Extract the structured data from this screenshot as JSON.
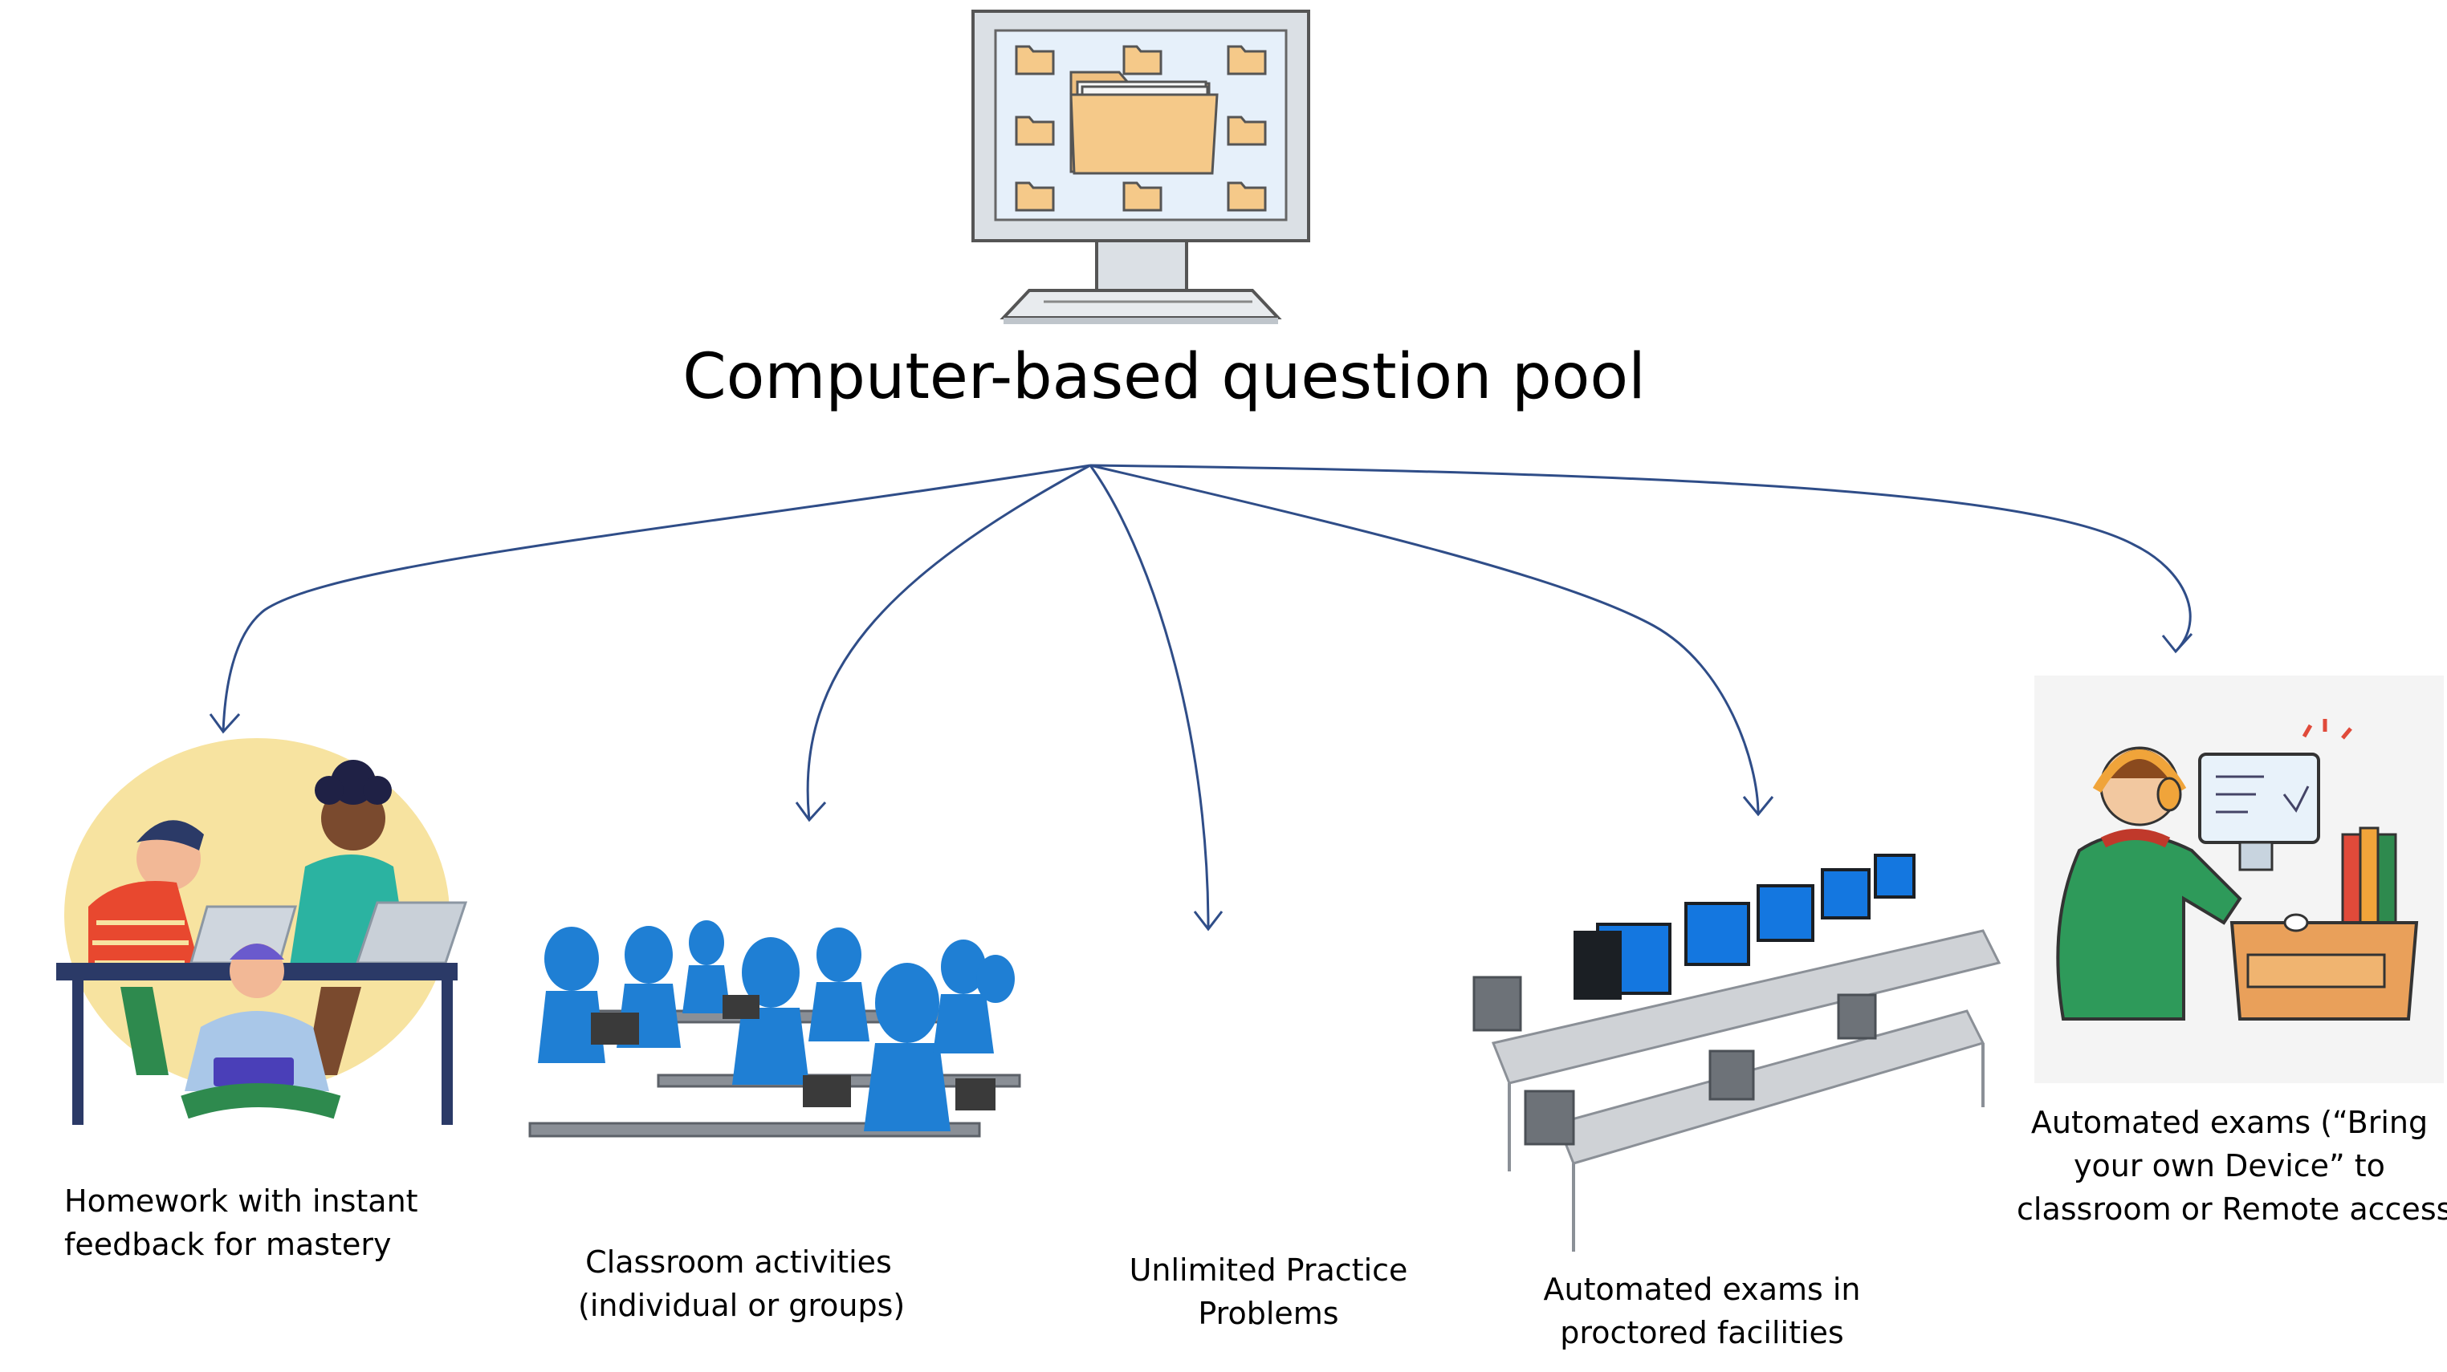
{
  "title": "Computer-based question pool",
  "center_icon": "computer-folder-icon",
  "colors": {
    "arrow": "#2f4d88",
    "folder": "#f5c989",
    "monitor_frame": "#dbe0e5",
    "screen_bg": "#e6f0fa",
    "figure_blue": "#1f7fd4",
    "monitor_blue": "#1477e0",
    "backdrop_yellow": "#f7e3a0"
  },
  "branches": [
    {
      "id": "homework",
      "icon": "students-studying-illustration",
      "lines": [
        "Homework with instant",
        "feedback for mastery"
      ]
    },
    {
      "id": "classroom",
      "icon": "blue-figures-at-desks-illustration",
      "lines": [
        "Classroom activities",
        "(individual or groups)"
      ]
    },
    {
      "id": "practice",
      "icon": "",
      "lines": [
        "Unlimited Practice",
        "Problems"
      ]
    },
    {
      "id": "proctored",
      "icon": "computer-lab-illustration",
      "lines": [
        "Automated exams in",
        "proctored facilities"
      ]
    },
    {
      "id": "remote",
      "icon": "student-at-computer-illustration",
      "lines": [
        "Automated exams (“Bring",
        "your own Device” to",
        "classroom or Remote access)"
      ]
    }
  ]
}
